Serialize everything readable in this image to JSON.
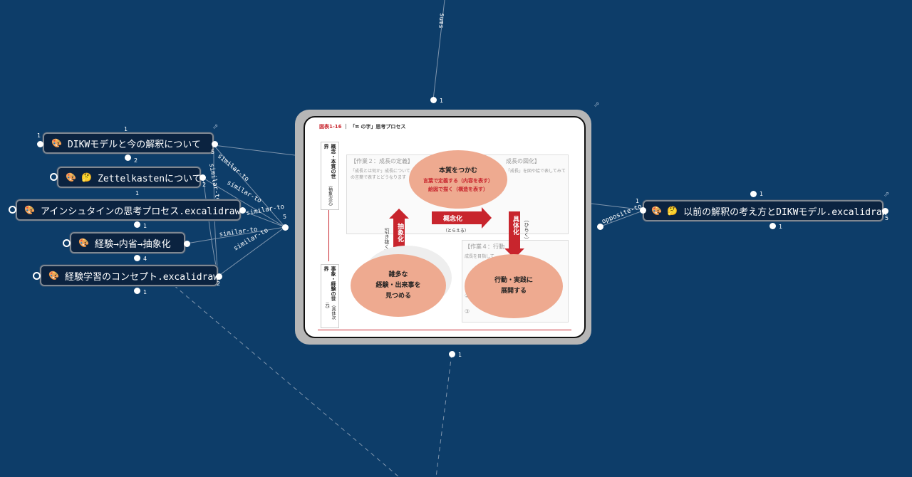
{
  "nodes": {
    "dikw": {
      "icon": "🎨",
      "label": "DIKWモデルと今の解釈について"
    },
    "zettel": {
      "icon": "🎨 🤔",
      "label": "Zettelkastenについて"
    },
    "einstein": {
      "icon": "🎨",
      "label": "アインシュタインの思考プロセス.excalidraw"
    },
    "keiken": {
      "icon": "🎨",
      "label": "経験→内省→抽象化"
    },
    "concept": {
      "icon": "🎨",
      "label": "経験学習のコンセプト.excalidraw"
    },
    "previous": {
      "icon": "🎨 🤔",
      "label": "以前の解釈の考え方とDIKWモデル.excalidraw"
    }
  },
  "edges": {
    "similar": "similar-to",
    "opposite": "opposite-to",
    "sums": "sums"
  },
  "counts": {
    "top_hub": "1",
    "bottom_hub": "1",
    "left_hub": "5",
    "dikw_top": "1",
    "dikw_left": "1",
    "dikw_bottom": "2",
    "dikw_right": "5",
    "zettel_right": "2",
    "einstein_top": "1",
    "einstein_bottom": "1",
    "keiken_bottom": "4",
    "concept_bottom": "1",
    "concept_right": "2",
    "prev_top": "1",
    "prev_bottom": "1",
    "prev_left": "1",
    "prev_right": "5"
  },
  "figure": {
    "fig_num": "図表1-16",
    "fig_title": "「π の字」思考プロセス",
    "top_world": "概念・本質の世界",
    "top_world_sub": "（抽象次元）",
    "bottom_world": "事象・経験の世界",
    "bottom_world_sub": "（具体次元）",
    "task2": "【作業２：成長の定義】",
    "task2_desc1": "「成長とは何か」成長について",
    "task2_desc2": "の言葉で表すとどうなります",
    "task3": "成長の図化】",
    "task3_desc1": "「成長」を図や絵で表してみて",
    "task4": "【作業４：行動",
    "task4_desc1": "成長を目指して",
    "essence_title": "本質をつかむ",
    "essence_line1": "言葉で定義する（内容を表す）",
    "essence_line2": "絵図で描く（構造を表す）",
    "concept_arrow": "概念化",
    "concept_arrow_sub": "（とらえる）",
    "abstract_arrow": "抽象化",
    "abstract_arrow_sub": "（引き抜く）",
    "concrete_arrow": "具体化",
    "concrete_arrow_sub": "（ひらく）",
    "left_ellipse_l1": "雑多な",
    "left_ellipse_l2": "経験・出来事を",
    "left_ellipse_l3": "見つめる",
    "right_ellipse_l1": "行動・実践に",
    "right_ellipse_l2": "展開する",
    "num2": "②",
    "num3": "③"
  },
  "colors": {
    "background": "#0d3d69",
    "node_bg": "#0b2340",
    "ellipse": "#eeaa90",
    "accent_red": "#c8252d"
  }
}
